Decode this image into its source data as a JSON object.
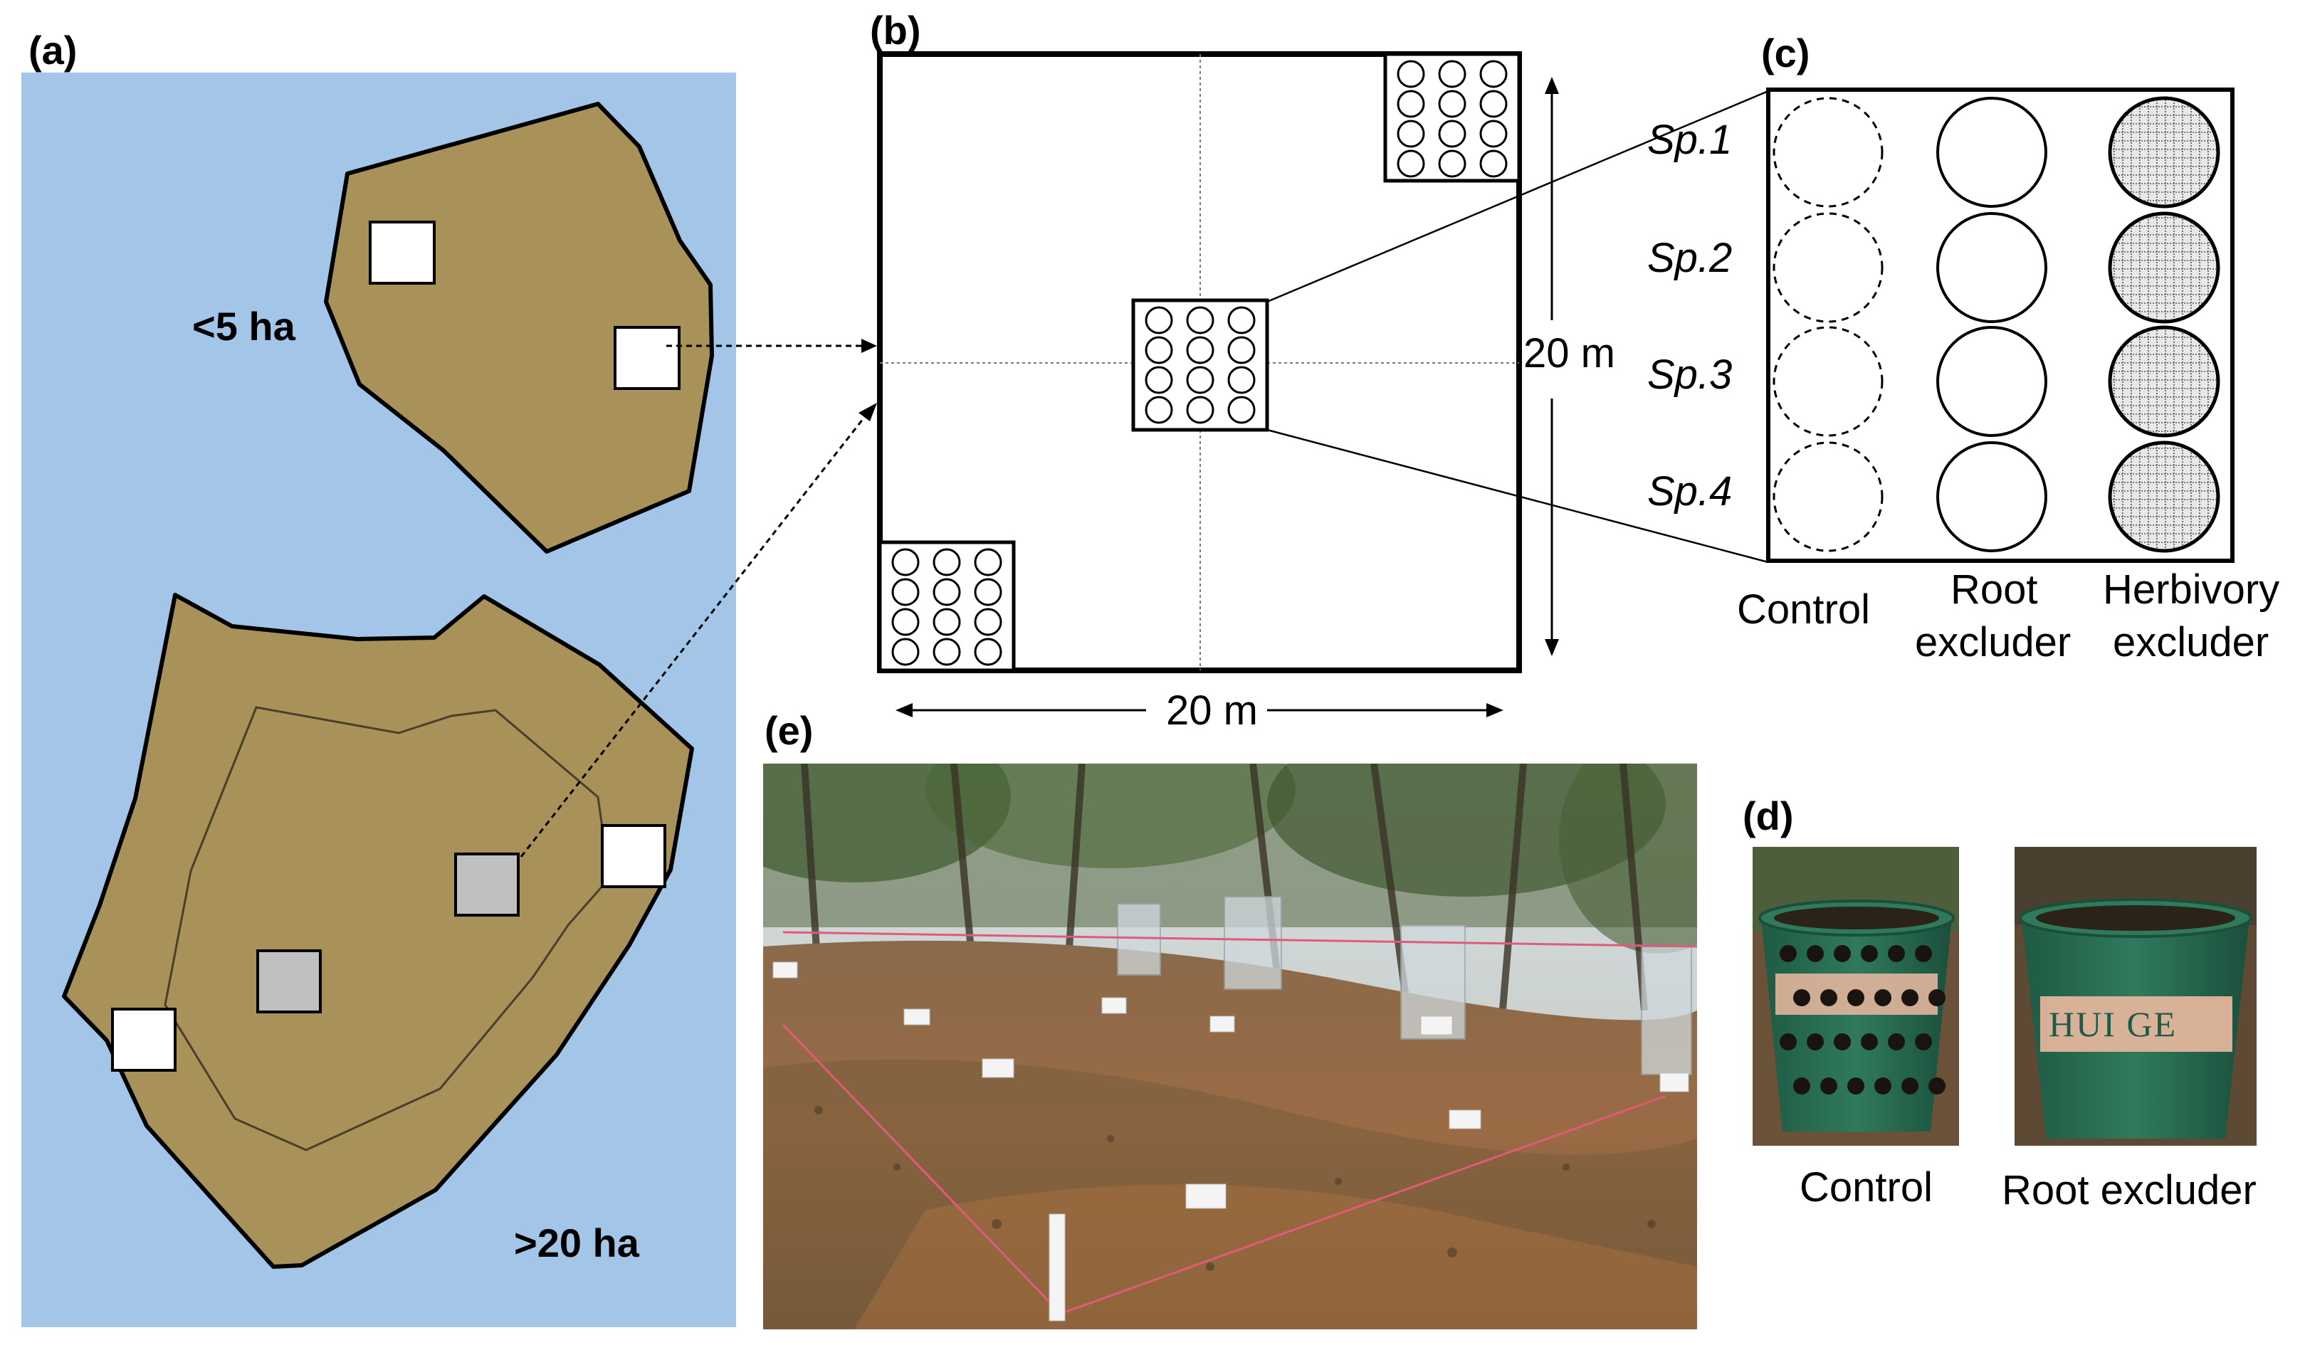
{
  "panels": {
    "a": {
      "label": "(a)",
      "small_area": "<5 ha",
      "large_area": ">20 ha",
      "colors": {
        "water": "#a3c6e8",
        "island": "#a8925a",
        "plot": "#ffffff",
        "core_plot": "#c0c0c0"
      }
    },
    "b": {
      "label": "(b)",
      "width_label": "20 m",
      "height_label": "20 m"
    },
    "c": {
      "label": "(c)",
      "species": [
        "Sp.1",
        "Sp.2",
        "Sp.3",
        "Sp.4"
      ],
      "columns": {
        "control": "Control",
        "root_excluder_1": "Root",
        "root_excluder_2": "excluder",
        "herbivory_excluder_1": "Herbivory",
        "herbivory_excluder_2": "excluder"
      }
    },
    "d": {
      "label": "(d)",
      "control_caption": "Control",
      "root_excluder_caption": "Root excluder",
      "pot_text": "HUI GE"
    },
    "e": {
      "label": "(e)"
    }
  }
}
